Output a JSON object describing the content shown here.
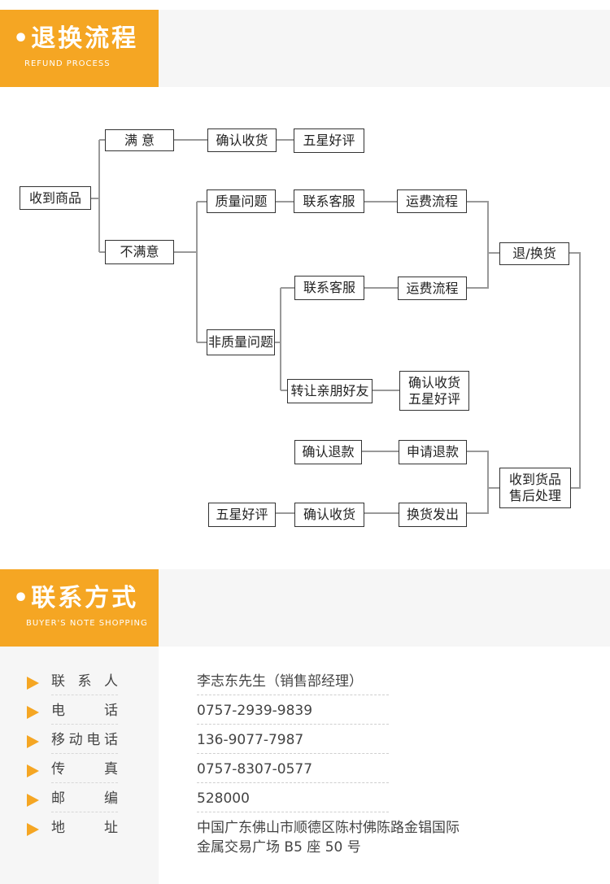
{
  "section1": {
    "title": "退换流程",
    "subtitle": "REFUND PROCESS"
  },
  "flow": {
    "receive_goods": "收到商品",
    "satisfied": "满 意",
    "confirm_receipt_1": "确认收货",
    "five_star_1": "五星好评",
    "unsatisfied": "不满意",
    "quality_issue": "质量问题",
    "contact_cs_1": "联系客服",
    "shipping_1": "运费流程",
    "return_exchange": "退/换货",
    "non_quality_issue": "非质量问题",
    "contact_cs_2": "联系客服",
    "shipping_2": "运费流程",
    "transfer_friends": "转让亲朋好友",
    "confirm_receipt_2a": "确认收货",
    "confirm_receipt_2b": "五星好评",
    "confirm_refund": "确认退款",
    "apply_refund": "申请退款",
    "after_sales_a": "收到货品",
    "after_sales_b": "售后处理",
    "five_star_2": "五星好评",
    "confirm_receipt_3": "确认收货",
    "ship_exchange": "换货发出"
  },
  "section2": {
    "title": "联系方式",
    "subtitle": "BUYER'S NOTE SHOPPING"
  },
  "contact": [
    {
      "label": "联系人",
      "value": "李志东先生（销售部经理）"
    },
    {
      "label": "电话",
      "value": "0757-2939-9839"
    },
    {
      "label": "移动电话",
      "value": "136-9077-7987"
    },
    {
      "label": "传真",
      "value": "0757-8307-0577"
    },
    {
      "label": "邮编",
      "value": "528000"
    },
    {
      "label": "地址",
      "value": "中国广东佛山市顺德区陈村佛陈路金锠国际",
      "value2": "金属交易广场 B5 座 50 号"
    }
  ],
  "colors": {
    "accent": "#f5a623",
    "band": "#f6f6f6",
    "connector": "#999999"
  },
  "icons": {
    "bullet": "arrow-right-icon"
  }
}
